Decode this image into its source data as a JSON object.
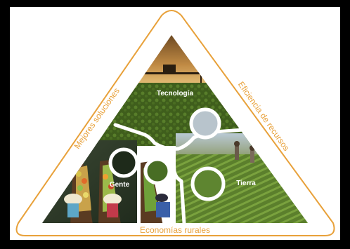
{
  "diagram": {
    "center_segments": {
      "top": "Tecnología",
      "left": "Gente",
      "right": "Tierra"
    },
    "sides": {
      "left": "Mejores soluciones",
      "right": "Eficiencia de recursos",
      "bottom": "Economías rurales"
    }
  },
  "colors": {
    "frame": "#000000",
    "background": "#ffffff",
    "triangle_outline": "#e8a13a",
    "side_text": "#e8a13a",
    "label_text": "#ffffff",
    "puzzle_gaps": "#ffffff"
  },
  "icons": {
    "top_segment": "sunset-tractor-field-photo",
    "left_segment": "floating-market-boats-photo",
    "right_segment": "farm-workers-field-photo"
  }
}
